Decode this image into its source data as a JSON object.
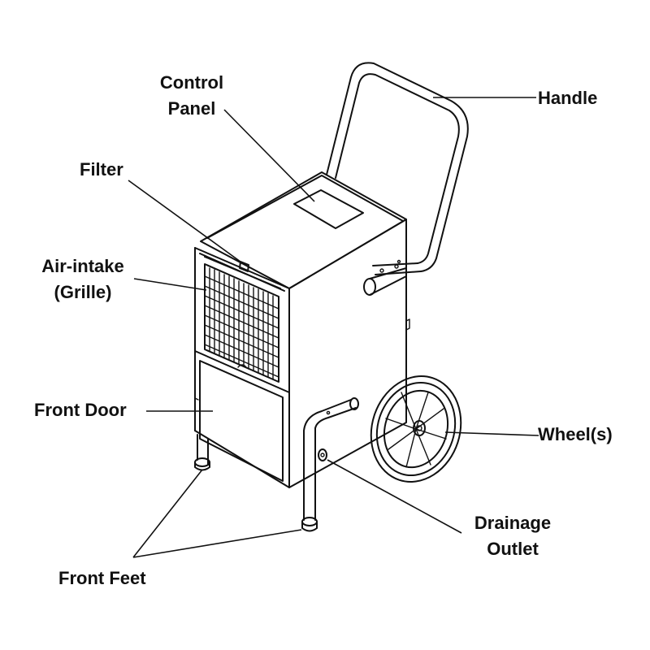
{
  "labels": {
    "control_panel_line1": "Control",
    "control_panel_line2": "Panel",
    "filter": "Filter",
    "air_intake_line1": "Air-intake",
    "air_intake_line2": "(Grille)",
    "front_door": "Front Door",
    "front_feet": "Front Feet",
    "handle": "Handle",
    "wheels": "Wheel(s)",
    "drainage_line1": "Drainage",
    "drainage_line2": "Outlet"
  },
  "colors": {
    "ink": "#111111",
    "background": "#ffffff"
  }
}
